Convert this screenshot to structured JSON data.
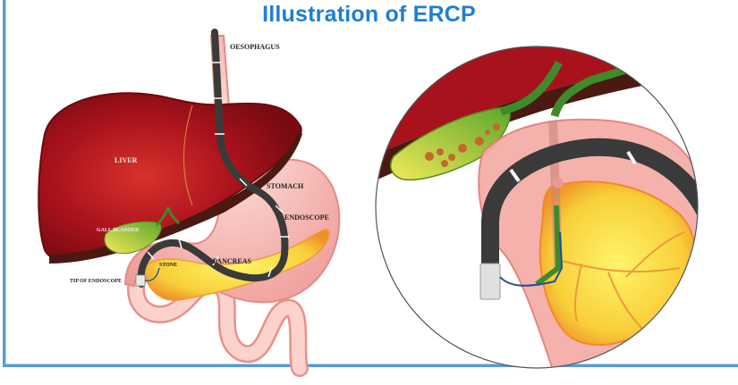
{
  "title": "Illustration of ERCP",
  "labels": {
    "oesophagus": "OESOPHAGUS",
    "liver": "LIVER",
    "stomach": "STOMACH",
    "endoscope": "ENDOSCOPE",
    "gall_bladder": "GALL BLADDER",
    "stone": "STONE",
    "pancreas": "PANCREAS",
    "tip_of_endoscope": "TIP OF ENDOSCOPE"
  },
  "colors": {
    "title": "#1f7fd1",
    "frame_border": "#5b9bd5",
    "liver": "#a8121c",
    "stomach": "#f6c1bd",
    "endoscope": "#333333",
    "gall_bladder": "#9cc43a",
    "pancreas": "#f7d23a"
  }
}
